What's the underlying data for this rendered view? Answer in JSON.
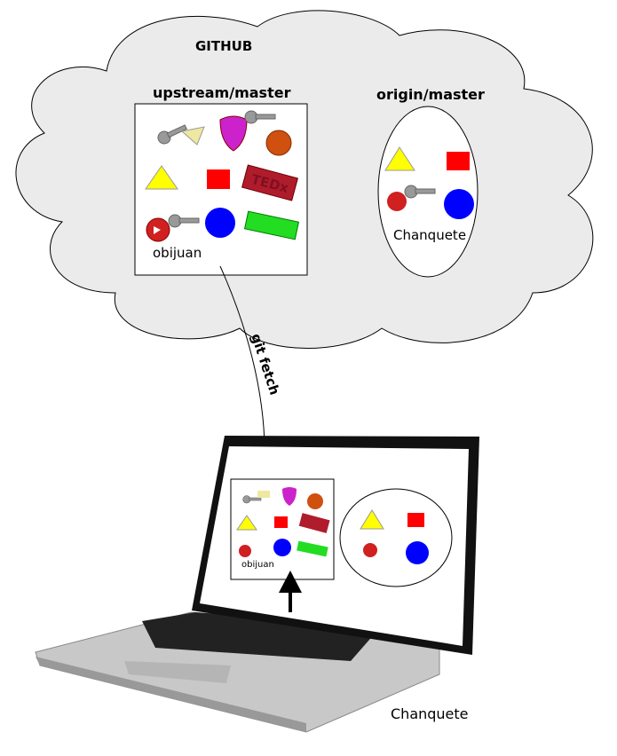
{
  "cloud": {
    "title": "GITHUB"
  },
  "upstream": {
    "label": "upstream/master",
    "owner": "obijuan",
    "tag_text": "TEDx"
  },
  "origin": {
    "label": "origin/master",
    "owner": "Chanquete"
  },
  "arrow": {
    "label": "git fetch"
  },
  "laptop": {
    "owner": "Chanquete",
    "local_owner": "obijuan"
  },
  "colors": {
    "cloud": "#ebebeb",
    "triangle": "#ffff00",
    "square": "#ff0000",
    "circle": "#0000ff",
    "tag_green": "#22dd22",
    "tag_red": "#b01c2c",
    "mask": "#cc22cc",
    "medal": "#d05010"
  }
}
